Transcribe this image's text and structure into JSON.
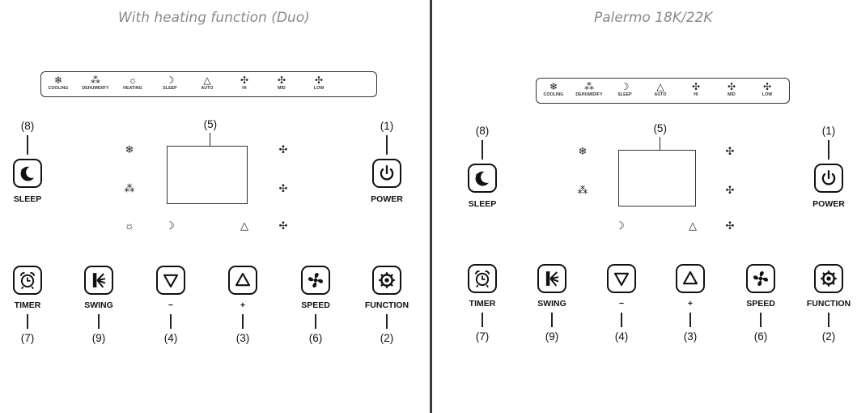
{
  "left_panel": {
    "title": "With heating function (Duo)",
    "indicators": [
      {
        "icon": "snowflake-icon",
        "glyph": "❄",
        "label": "COOLING"
      },
      {
        "icon": "droplets-icon",
        "glyph": "⁂",
        "label": "DEHUMIDIFY"
      },
      {
        "icon": "sun-icon",
        "glyph": "☼",
        "label": "HEATING"
      },
      {
        "icon": "moon-icon",
        "glyph": "☽",
        "label": "SLEEP"
      },
      {
        "icon": "triangle-icon",
        "glyph": "△",
        "label": "AUTO"
      },
      {
        "icon": "fan-icon",
        "glyph": "✣",
        "label": "HI"
      },
      {
        "icon": "fan-icon",
        "glyph": "✣",
        "label": "MID"
      },
      {
        "icon": "fan-icon",
        "glyph": "✣",
        "label": "LOW"
      }
    ],
    "buttons": {
      "sleep": {
        "label": "SLEEP",
        "num": "(8)"
      },
      "power": {
        "label": "POWER",
        "num": "(1)"
      },
      "display": {
        "num": "(5)"
      },
      "timer": {
        "label": "TIMER",
        "num": "(7)"
      },
      "swing": {
        "label": "SWING",
        "num": "(9)"
      },
      "down": {
        "label": "−",
        "num": "(4)"
      },
      "up": {
        "label": "+",
        "num": "(3)"
      },
      "speed": {
        "label": "SPEED",
        "num": "(6)"
      },
      "function": {
        "label": "FUNCTION",
        "num": "(2)"
      }
    }
  },
  "right_panel": {
    "title": "Palermo 18K/22K",
    "indicators": [
      {
        "icon": "snowflake-icon",
        "glyph": "❄",
        "label": "COOLING"
      },
      {
        "icon": "droplets-icon",
        "glyph": "⁂",
        "label": "DEHUMIDIFY"
      },
      {
        "icon": "moon-icon",
        "glyph": "☽",
        "label": "SLEEP"
      },
      {
        "icon": "triangle-icon",
        "glyph": "△",
        "label": "AUTO"
      },
      {
        "icon": "fan-icon",
        "glyph": "✣",
        "label": "HI"
      },
      {
        "icon": "fan-icon",
        "glyph": "✣",
        "label": "MID"
      },
      {
        "icon": "fan-icon",
        "glyph": "✣",
        "label": "LOW"
      }
    ],
    "buttons": {
      "sleep": {
        "label": "SLEEP",
        "num": "(8)"
      },
      "power": {
        "label": "POWER",
        "num": "(1)"
      },
      "display": {
        "num": "(5)"
      },
      "timer": {
        "label": "TIMER",
        "num": "(7)"
      },
      "swing": {
        "label": "SWING",
        "num": "(9)"
      },
      "down": {
        "label": "−",
        "num": "(4)"
      },
      "up": {
        "label": "+",
        "num": "(3)"
      },
      "speed": {
        "label": "SPEED",
        "num": "(6)"
      },
      "function": {
        "label": "FUNCTION",
        "num": "(2)"
      }
    }
  }
}
